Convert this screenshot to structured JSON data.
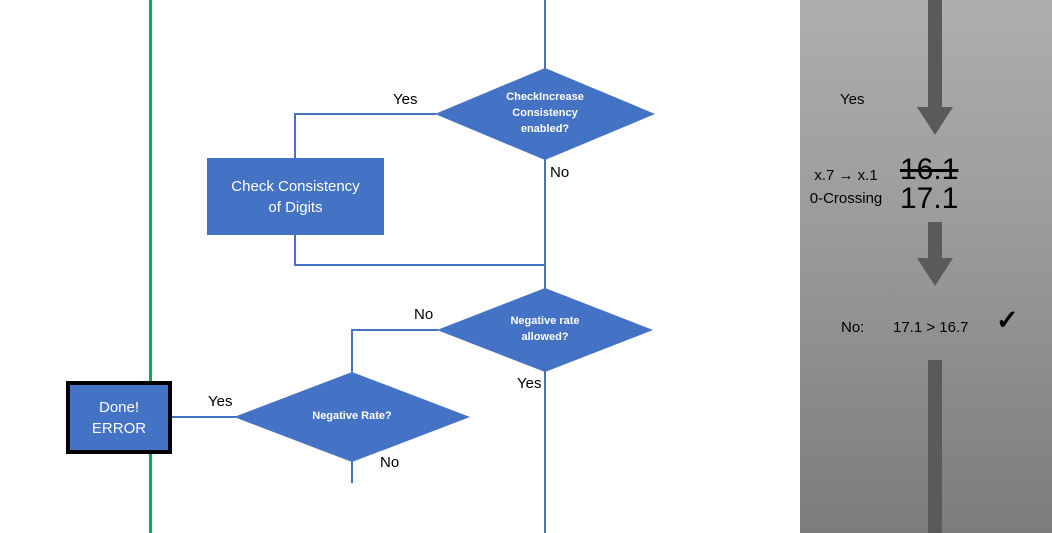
{
  "flowchart": {
    "decision_check_increase": {
      "line1": "CheckIncrease",
      "line2": "Consistency",
      "line3": "enabled?"
    },
    "process_check_consistency": {
      "line1": "Check Consistency",
      "line2": "of Digits"
    },
    "decision_negative_allowed": {
      "line1": "Negative rate",
      "line2": "allowed?"
    },
    "decision_negative_rate": {
      "line1": "Negative Rate?"
    },
    "terminal_done_error": {
      "line1": "Done!",
      "line2": "ERROR"
    },
    "labels": {
      "check_increase_yes": "Yes",
      "check_increase_no": "No",
      "negative_allowed_no": "No",
      "negative_allowed_yes": "Yes",
      "negative_rate_yes": "Yes",
      "negative_rate_no": "No"
    }
  },
  "annotation_panel": {
    "yes_label": "Yes",
    "crossing_note_line1": "x.7 → x.1",
    "crossing_note_line2": "0-Crossing",
    "old_value": "16.1",
    "new_value": "17.1",
    "no_label": "No:",
    "comparison": "17.1 > 16.7",
    "checkmark": "✓"
  },
  "colors": {
    "shape_fill": "#4472C4",
    "connector": "#4472C4",
    "accent_green": "#00B050",
    "arrow_gray": "#5a5a5a"
  }
}
